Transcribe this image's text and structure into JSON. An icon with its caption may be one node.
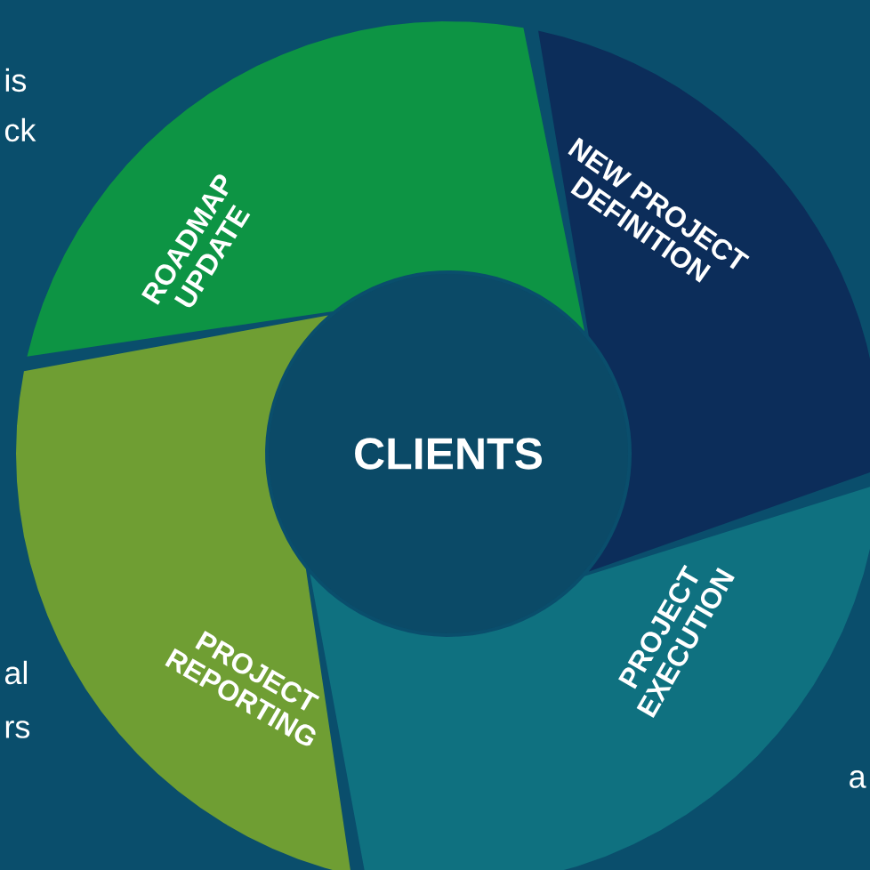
{
  "diagram": {
    "nodes": [
      {
        "text": [
          "ROADMAP UPDATE"
        ]
      },
      {
        "text": [
          "NEW PROJECT DEFINITION"
        ]
      },
      {
        "text": [
          "CLIENTS"
        ]
      },
      {
        "text": [
          "PROJECT EXECUTION"
        ]
      },
      {
        "text": [
          "PROJECT REPORTING"
        ]
      }
    ],
    "labels": [
      "is",
      "ck",
      "al",
      "rs",
      "a"
    ]
  }
}
